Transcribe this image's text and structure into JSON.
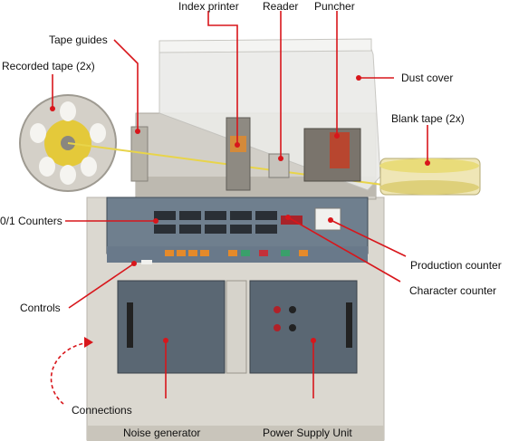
{
  "labels": {
    "index_printer": "Index printer",
    "reader": "Reader",
    "puncher": "Puncher",
    "tape_guides": "Tape guides",
    "recorded_tape": "Recorded tape (2x)",
    "dust_cover": "Dust cover",
    "blank_tape": "Blank tape (2x)",
    "counters_01": "0/1 Counters",
    "production_counter": "Production counter",
    "character_counter": "Character counter",
    "controls": "Controls",
    "connections": "Connections",
    "noise_generator": "Noise generator",
    "power_supply": "Power Supply Unit"
  },
  "colors": {
    "callout": "#d8161b",
    "cabinet": "#d9d6cf",
    "panel_blue": "#6f7f8e",
    "module_grey": "#5a6773",
    "tape_yellow": "#f0dc3c",
    "cover": "#e9e9e6"
  },
  "icons": {
    "callout_dot": "red-dot",
    "callout_arrow": "dashed-curved-arrow"
  }
}
